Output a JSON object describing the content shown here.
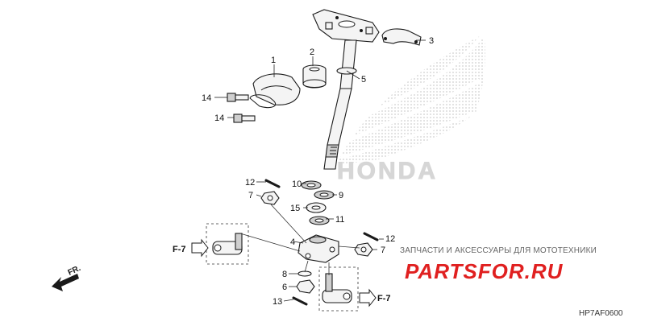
{
  "diagram": {
    "callouts": [
      "1",
      "2",
      "3",
      "4",
      "5",
      "6",
      "7",
      "7",
      "8",
      "9",
      "10",
      "11",
      "12",
      "12",
      "13",
      "14",
      "14",
      "15"
    ],
    "frame_refs": [
      "F-7",
      "F-7"
    ],
    "direction_label": "FR.",
    "watermark": {
      "logo_text": "HONDA",
      "shop_caption": "ЗАПЧАСТИ И АКСЕССУАРЫ ДЛЯ МОТОТЕХНИКИ",
      "shop_brand": "PARTSFOR.RU"
    },
    "figure_code": "HP7AF0600"
  },
  "colors": {
    "line": "#1a1a1a",
    "watermark_gray": "#d6d6d6",
    "brand_red": "#e02020"
  },
  "icons": [
    "honda-wing-logo",
    "front-direction-arrow",
    "frame-ref-arrow"
  ]
}
